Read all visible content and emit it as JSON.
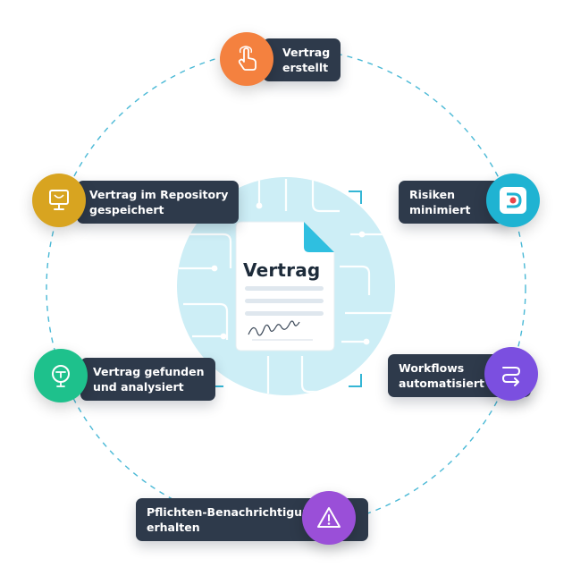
{
  "document": {
    "title": "Vertrag"
  },
  "steps": [
    {
      "id": "erstellt",
      "line1": "Vertrag",
      "line2": "erstellt",
      "color": "#f4813f",
      "icon": "hand-pointer-icon"
    },
    {
      "id": "risiken",
      "line1": "Risiken",
      "line2": "minimiert",
      "color": "#1fb3d2",
      "icon": "app-logo-icon"
    },
    {
      "id": "workflows",
      "line1": "Workflows",
      "line2": "automatisiert",
      "color": "#7b4fe0",
      "icon": "workflow-arrow-icon"
    },
    {
      "id": "pflichten",
      "line1": "Pflichten-Benachrichtigung",
      "line2": "erhalten",
      "color": "#9a4fd8",
      "icon": "warning-triangle-icon"
    },
    {
      "id": "gefunden",
      "line1": "Vertrag gefunden",
      "line2": "und analysiert",
      "color": "#1ec18c",
      "icon": "search-analyze-icon"
    },
    {
      "id": "repository",
      "line1": "Vertrag im Repository",
      "line2": "gespeichert",
      "color": "#d8a420",
      "icon": "repository-monitor-icon"
    }
  ],
  "colors": {
    "ring": "#4ab9d6",
    "center_blob": "#cdeef6",
    "label_bg": "#2e3a4b",
    "doc_accent": "#2fbfe0"
  }
}
